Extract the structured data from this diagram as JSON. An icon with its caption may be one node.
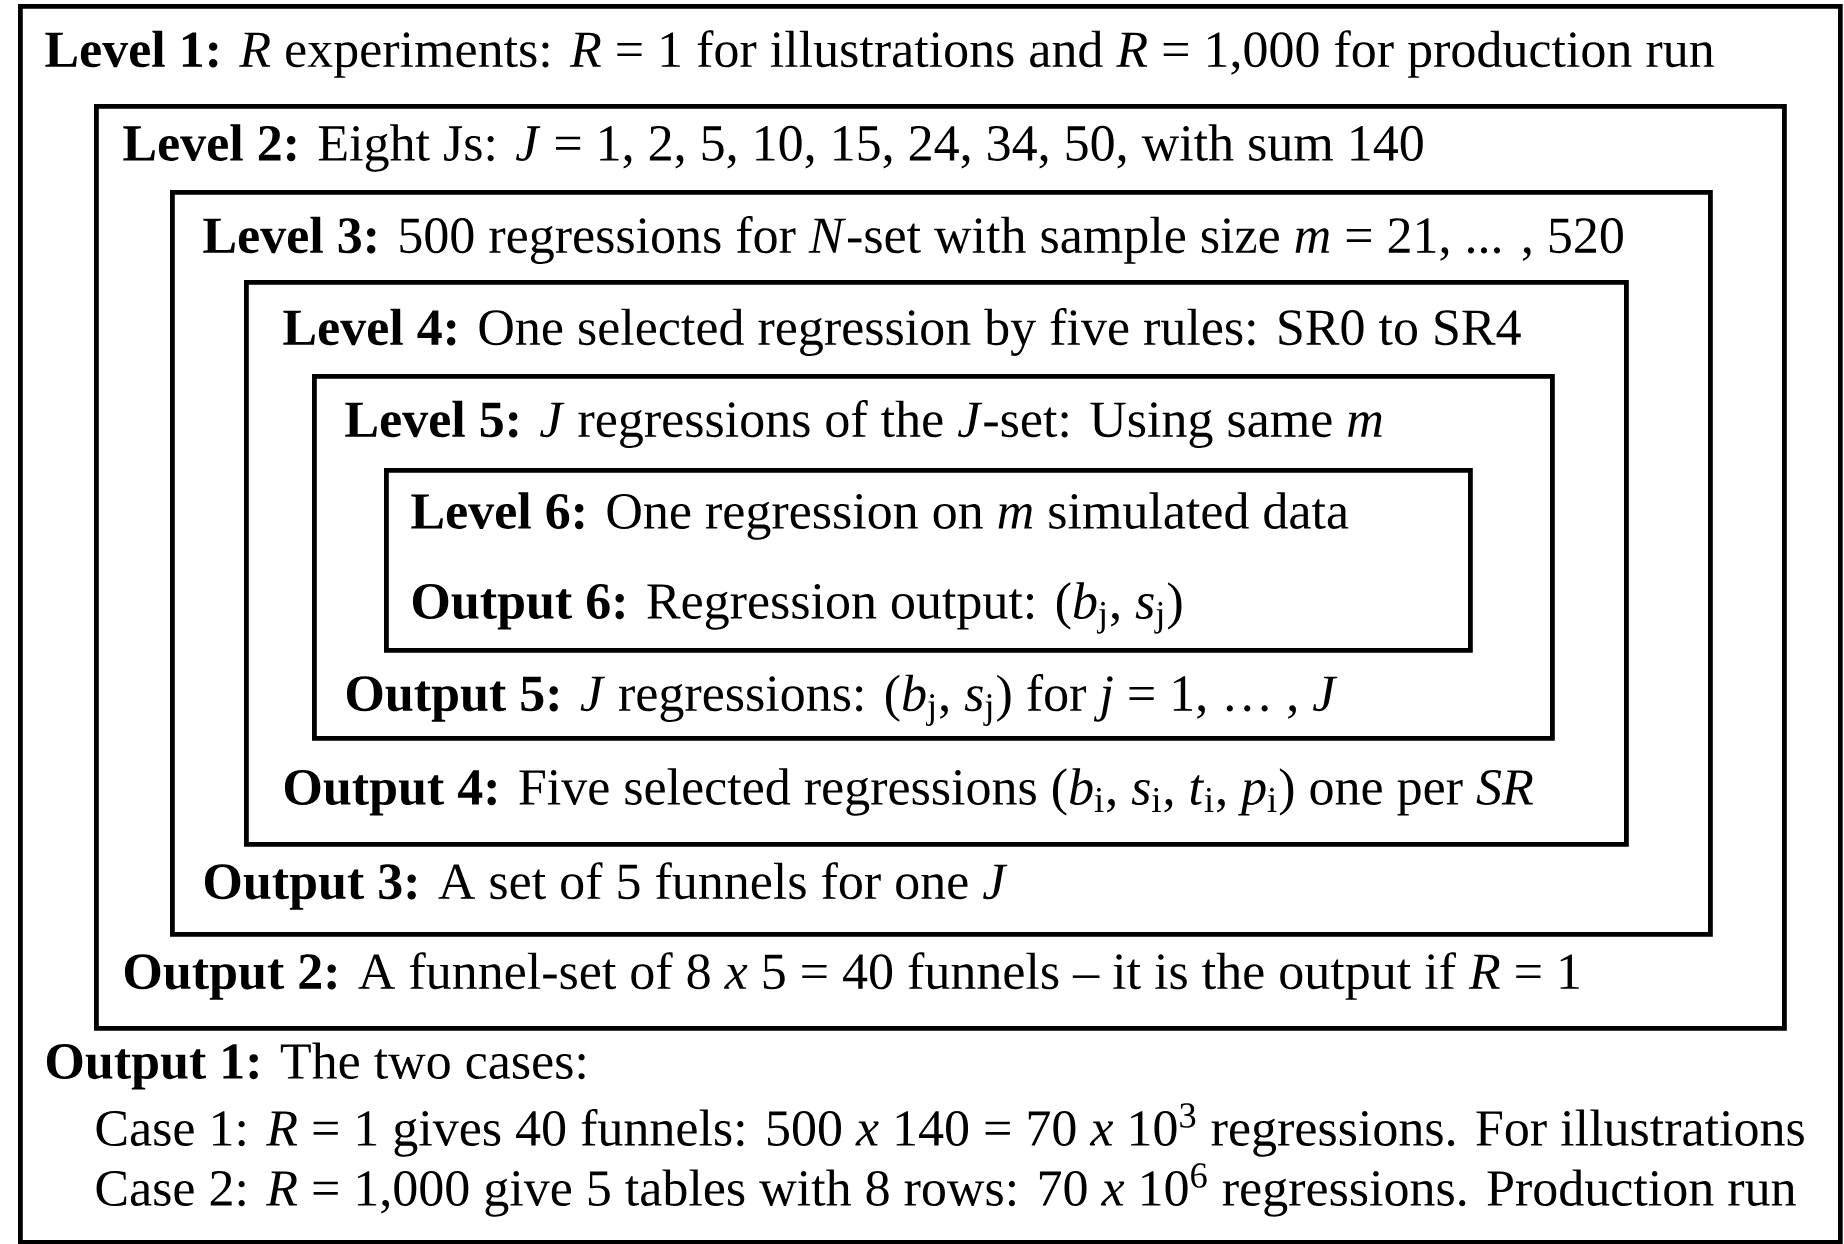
{
  "diagram": {
    "nodes": [
      {
        "text": [
          "**Level 1:** *R* experiments: *R* = 1 for illustrations and *R* = 1,000 for production run",
          "**Output 1:** The two cases:",
          "Case 1: *R* = 1 gives 40 funnels: 500 *x* 140 = 70 *x* 10$^{3}$ regressions. For illustrations",
          "Case 2: *R* = 1,000 give 5 tables with 8 rows: 70 *x* 10$^{6}$ regressions. Production run"
        ]
      },
      {
        "text": [
          "**Level 2:** Eight Js: *J* = 1, 2, 5, 10, 15, 24, 34, 50, with sum 140",
          "**Output 2:** A funnel-set of 8 *x* 5 = 40 funnels – it is the output if *R* = 1"
        ],
        "in": 0
      },
      {
        "text": [
          "**Level 3:** 500 regressions for *N*-set with sample size *m* = 21, ... , 520",
          "**Output 3:** A set of 5 funnels for one *J*"
        ],
        "in": 1
      },
      {
        "text": [
          "**Level 4:** One selected regression by five rules: SR0 to SR4",
          "**Output 4:** Five selected regressions (*b*$_{i}$, *s*$_{i}$, *t*$_{i}$, *p*$_{i}$) one per *SR*"
        ],
        "in": 2
      },
      {
        "text": [
          "**Level 5:** *J* regressions of the *J*-set: Using same *m*",
          "**Output 5:** *J* regressions: (*b*$_{j}$, *s*$_{j}$) for *j* = 1, … , *J*"
        ],
        "in": 3
      },
      {
        "text": [
          "**Level 6:** One regression on *m* simulated data",
          "**Output 6:** Regression output: (*b*$_{j}$, *s*$_{j}$)"
        ],
        "in": 4
      }
    ]
  }
}
